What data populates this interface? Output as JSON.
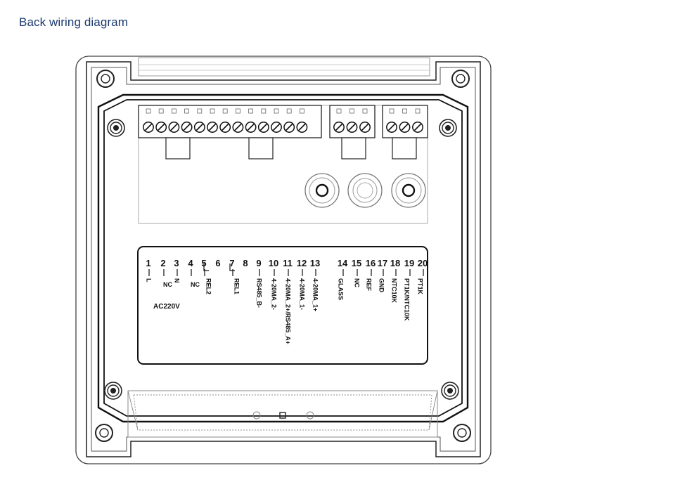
{
  "title": "Back wiring diagram",
  "colors": {
    "title": "#1c3a6e",
    "line": "#222222",
    "background": "#ffffff"
  },
  "icons": [
    "screw-terminal-icon",
    "cable-gland-icon",
    "mounting-screw-icon"
  ],
  "terminals": [
    {
      "number": "1",
      "label": "L"
    },
    {
      "number": "2",
      "label": "NC"
    },
    {
      "number": "3",
      "label": "N"
    },
    {
      "number": "4",
      "label": "NC"
    },
    {
      "number": "5",
      "label": "REL2"
    },
    {
      "number": "6",
      "label": ""
    },
    {
      "number": "7",
      "label": "REL1"
    },
    {
      "number": "8",
      "label": ""
    },
    {
      "number": "9",
      "label": "RS485_B-"
    },
    {
      "number": "10",
      "label": "4-20MA_2-"
    },
    {
      "number": "11",
      "label": "4-20MA_2+/RS485_A+"
    },
    {
      "number": "12",
      "label": "4-20MA_1-"
    },
    {
      "number": "13",
      "label": "4-20MA_1+"
    },
    {
      "number": "14",
      "label": "GLASS"
    },
    {
      "number": "15",
      "label": "NC"
    },
    {
      "number": "16",
      "label": "REF"
    },
    {
      "number": "17",
      "label": "GND"
    },
    {
      "number": "18",
      "label": "NTC10K"
    },
    {
      "number": "19",
      "label": "PT1K/NTC10K"
    },
    {
      "number": "20",
      "label": "PT1K"
    }
  ],
  "group_label": "AC220V"
}
